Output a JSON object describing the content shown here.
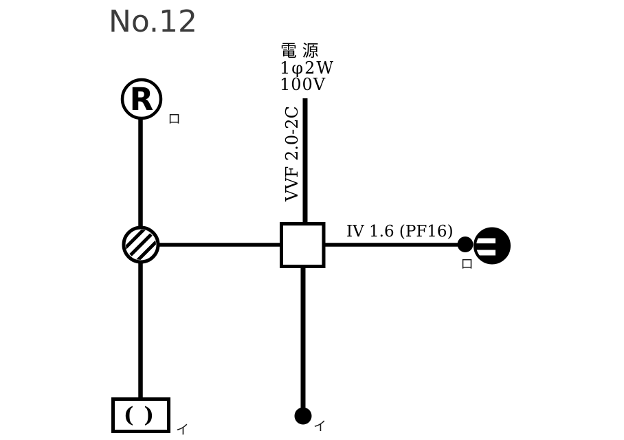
{
  "title": "No.12",
  "power_source": {
    "line1": "電 源",
    "line2": "1φ2W",
    "line3": "100V"
  },
  "wiring": {
    "source_cable_label": "VVF 2.0-2C",
    "conduit_label": "IV 1.6 (PF16)"
  },
  "components": {
    "lamp_receptacle": {
      "symbol_letter": "R",
      "circuit_mark": "ロ"
    },
    "ceiling_rosette": {
      "symbol": "( )",
      "circuit_mark": "イ"
    },
    "switch_bottom": {
      "circuit_mark": "イ"
    },
    "switch_right": {
      "circuit_mark": "ロ"
    },
    "outlet_box": {
      "type": "outlet box (square)"
    },
    "joint_box": {
      "type": "VVF joint box (hatched circle)"
    },
    "outlet": {
      "type": "receptacle outlet"
    }
  },
  "colors": {
    "line": "#000000",
    "title": "#3c3c3c",
    "background": "#ffffff"
  }
}
